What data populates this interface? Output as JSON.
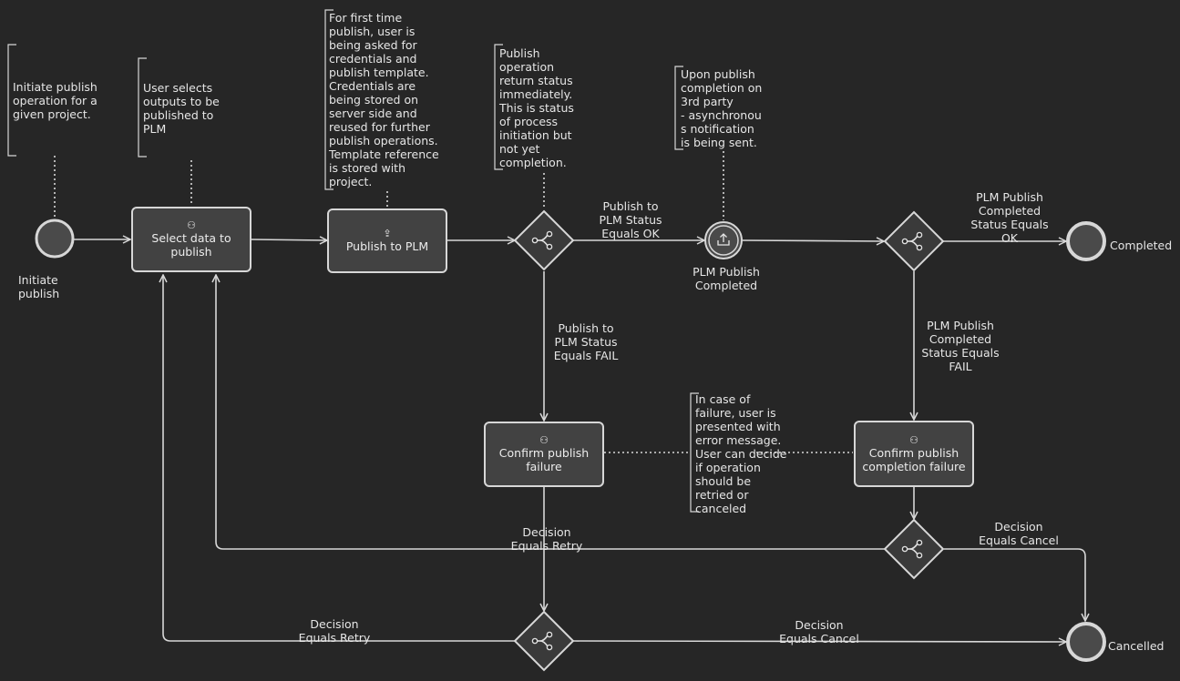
{
  "events": {
    "start": "Initiate\npublish",
    "completed": "Completed",
    "cancelled": "Cancelled",
    "plm_publish_completed": "PLM Publish\nCompleted"
  },
  "tasks": {
    "select_data": {
      "label": "Select data to publish",
      "icon": "user-icon"
    },
    "publish_to_plm": {
      "label": "Publish to PLM",
      "icon": "upload-icon"
    },
    "confirm_publish_failure": {
      "label": "Confirm publish failure",
      "icon": "user-icon"
    },
    "confirm_completion_failure": {
      "label": "Confirm publish completion failure",
      "icon": "user-icon"
    }
  },
  "annotations": {
    "a1": "Initiate publish\noperation for a\ngiven project.",
    "a2": "User selects\noutputs to be\npublished to\nPLM",
    "a3": "For first time\npublish, user is\nbeing asked for\ncredentials and\npublish template.\nCredentials are\nbeing stored on\nserver side and\nreused for further\npublish operations.\nTemplate reference\nis stored with\nproject.",
    "a4": "Publish\noperation\nreturn status\nimmediately.\nThis is status\nof process\ninitiation but\nnot yet\ncompletion.",
    "a5": "Upon publish\ncompletion on\n3rd party\n- asynchronou\ns notification\nis being sent.",
    "a6": "In case of\nfailure, user is\npresented with\nerror message.\nUser can decide\nif operation\nshould be\nretried or\ncanceled"
  },
  "flows": {
    "publish_ok": "Publish to\nPLM Status\nEquals OK",
    "publish_fail": "Publish to\nPLM Status\nEquals FAIL",
    "completed_ok": "PLM Publish\nCompleted\nStatus Equals\nOK",
    "completed_fail": "PLM Publish\nCompleted\nStatus Equals\nFAIL",
    "retry_upper": "Decision\nEquals Retry",
    "cancel_upper": "Decision\nEquals Cancel",
    "retry_lower": "Decision\nEquals Retry",
    "cancel_lower": "Decision\nEquals Cancel"
  },
  "colors": {
    "background": "#262626",
    "stroke": "#d7d7d7",
    "task_fill": "#424242",
    "event_fill": "#4a4a4a"
  }
}
